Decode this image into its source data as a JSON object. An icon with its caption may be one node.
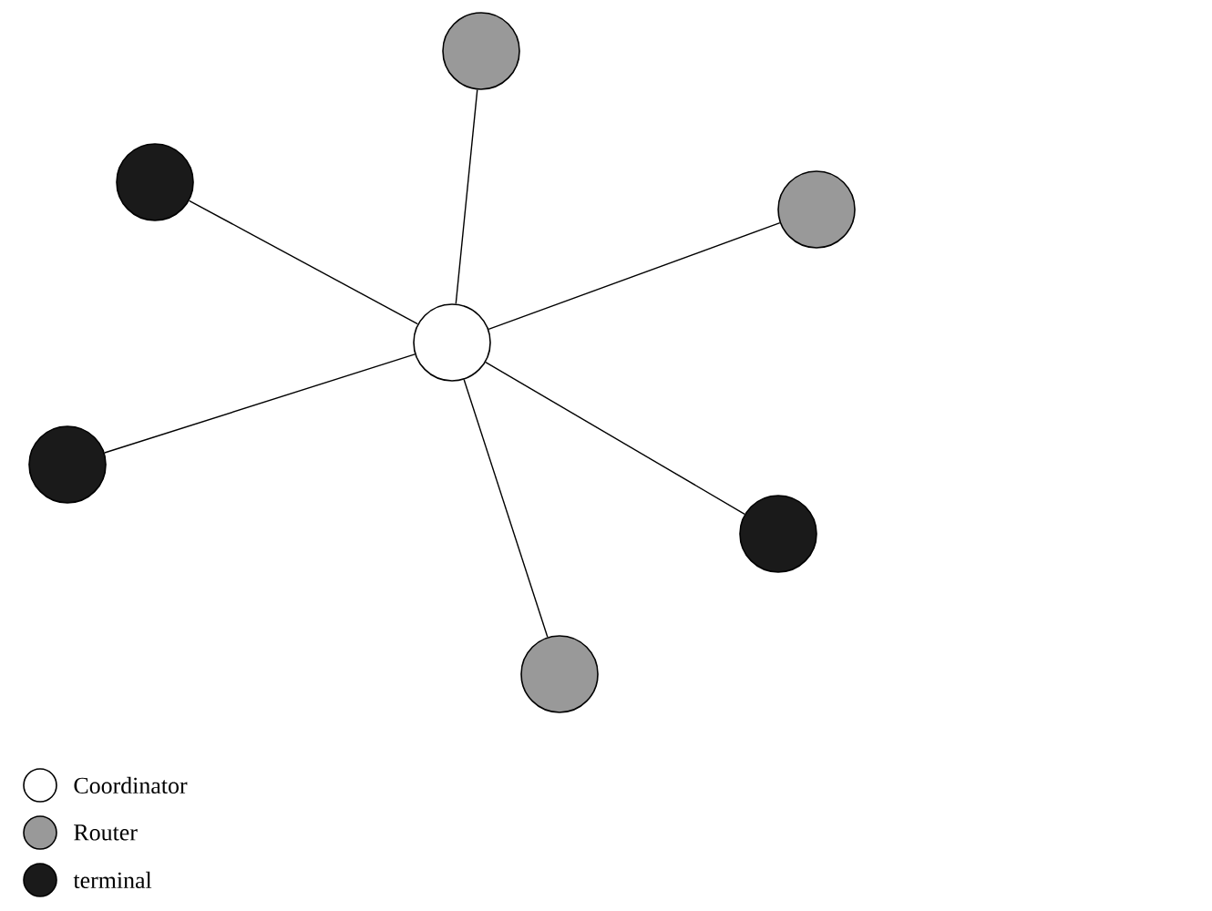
{
  "diagram": {
    "nodes": [
      {
        "text": [],
        "shape": "circle"
      },
      {
        "text": [],
        "shape": "circle"
      },
      {
        "text": [],
        "shape": "circle"
      },
      {
        "text": [],
        "shape": "circle"
      },
      {
        "text": [],
        "shape": "circle"
      },
      {
        "text": [],
        "shape": "circle"
      },
      {
        "text": [],
        "shape": "circle"
      }
    ],
    "edges": [
      {
        "from": 3,
        "to": 0,
        "arrow": "none"
      },
      {
        "from": 3,
        "to": 1,
        "arrow": "none"
      },
      {
        "from": 3,
        "to": 2,
        "arrow": "none"
      },
      {
        "from": 3,
        "to": 4,
        "arrow": "none"
      },
      {
        "from": 3,
        "to": 5,
        "arrow": "none"
      },
      {
        "from": 3,
        "to": 6,
        "arrow": "none"
      }
    ],
    "legend": [
      {
        "text": "Coordinator"
      },
      {
        "text": "Router",
        "color": "#999999"
      },
      {
        "text": "terminal",
        "color": "#1a1a1a"
      }
    ]
  }
}
